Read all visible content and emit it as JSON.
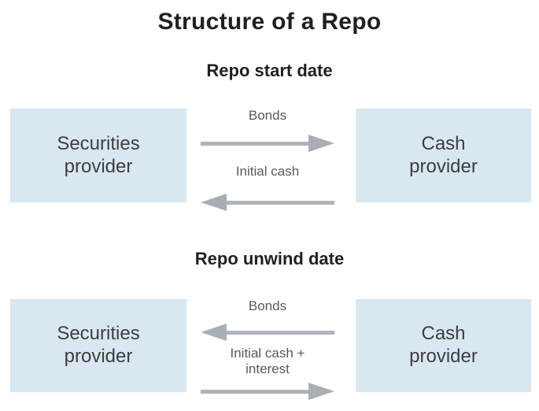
{
  "title": "Structure of a Repo",
  "colors": {
    "box_fill": "#d8e7f0",
    "arrow": "#a9aeb4",
    "heading_text": "#231f20",
    "box_text": "#3e3e40",
    "label_text": "#58595b"
  },
  "sections": [
    {
      "heading": "Repo start date",
      "left_box": "Securities provider",
      "right_box": "Cash provider",
      "flows": [
        {
          "label": "Bonds",
          "direction": "right",
          "from": "Securities provider",
          "to": "Cash provider"
        },
        {
          "label": "Initial cash",
          "direction": "left",
          "from": "Cash provider",
          "to": "Securities provider"
        }
      ]
    },
    {
      "heading": "Repo unwind date",
      "left_box": "Securities provider",
      "right_box": "Cash provider",
      "flows": [
        {
          "label": "Bonds",
          "direction": "left",
          "from": "Cash provider",
          "to": "Securities provider"
        },
        {
          "label": "Initial cash + interest",
          "direction": "right",
          "from": "Securities provider",
          "to": "Cash provider"
        }
      ]
    }
  ]
}
